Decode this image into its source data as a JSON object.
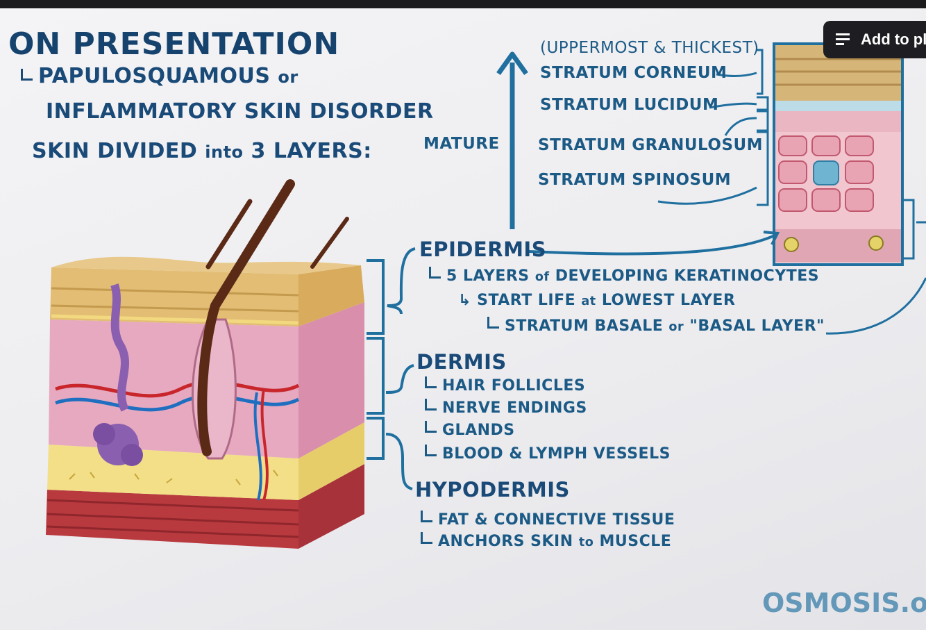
{
  "title": "ON PRESENTATION",
  "sub1_prefix": "PAPULOSQUAMOUS",
  "sub1_or": "or",
  "sub2": "INFLAMMATORY SKIN DISORDER",
  "divided": {
    "a": "SKIN DIVIDED",
    "into": "into",
    "b": "3 LAYERS:"
  },
  "mature": "MATURE",
  "strata": {
    "note": "(UPPERMOST & THICKEST)",
    "corneum": "STRATUM CORNEUM",
    "lucidum": "STRATUM LUCIDUM",
    "granulosum": "STRATUM GRANULOSUM",
    "spinosum": "STRATUM SPINOSUM"
  },
  "epidermis": {
    "name": "EPIDERMIS",
    "l1_a": "5 LAYERS",
    "l1_of": "of",
    "l1_b": "DEVELOPING KERATINOCYTES",
    "l2_a": "START LIFE",
    "l2_at": "at",
    "l2_b": "LOWEST LAYER",
    "l3_a": "STRATUM BASALE",
    "l3_or": "or",
    "l3_b": "\"BASAL LAYER\""
  },
  "dermis": {
    "name": "DERMIS",
    "items": [
      "HAIR FOLLICLES",
      "NERVE ENDINGS",
      "GLANDS",
      "BLOOD & LYMPH VESSELS"
    ]
  },
  "hypodermis": {
    "name": "HYPODERMIS",
    "i1": "FAT & CONNECTIVE TISSUE",
    "i2_a": "ANCHORS SKIN",
    "i2_to": "to",
    "i2_b": "MUSCLE"
  },
  "add_button": "Add to pl",
  "logo": "OSMOSIS.or",
  "colors": {
    "ink": "#1a4a78",
    "accent": "#1f6f9f",
    "button_bg": "#1e1e22"
  }
}
